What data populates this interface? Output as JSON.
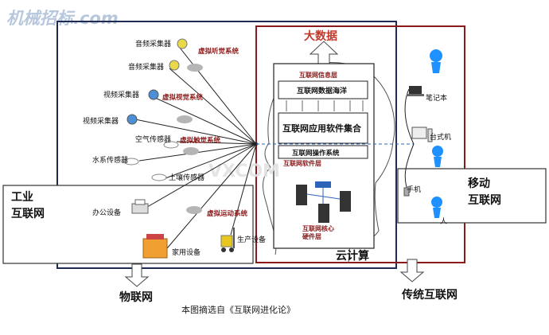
{
  "watermark": "机械招标.com",
  "center_watermark": "VXCOM",
  "labels": {
    "big_data": "大数据",
    "info_layer": "互联网信息层",
    "data_sea": "互联网数据海洋",
    "app_suite": "互联网应用软件集合",
    "os": "互联网操作系统",
    "software_layer": "互联网软件层",
    "core_hw_line1": "互联网核心",
    "core_hw_line2": "硬件层",
    "cloud": "云计算",
    "iot": "物联网",
    "traditional": "传统互联网",
    "caption": "本图摘选自《互联网进化论》",
    "industrial_line1": "工业",
    "industrial_line2": "互联网",
    "mobile_line1": "移动",
    "mobile_line2": "互联网",
    "audio1": "音频采集器",
    "audio2": "音频采集器",
    "video1": "视频采集器",
    "video2": "视频采集器",
    "air": "空气传感器",
    "water": "水系传感器",
    "soil": "土壤传感器",
    "office": "办公设备",
    "home": "家用设备",
    "production": "生产设备",
    "virtual_hearing": "虚拟听觉系统",
    "virtual_vision": "虚拟视觉系统",
    "virtual_touch": "虚拟触觉系统",
    "virtual_motion": "虚拟运动系统",
    "laptop": "笔记本",
    "desktop": "台式机",
    "phone": "手机",
    "person": "人"
  },
  "colors": {
    "dark_red": "#8b1a1a",
    "red": "#c0392b",
    "navy": "#1f2a55",
    "watermark": "#b8c8dc",
    "person_blue": "#1e90ff",
    "node_gray": "#b5b5b5"
  }
}
